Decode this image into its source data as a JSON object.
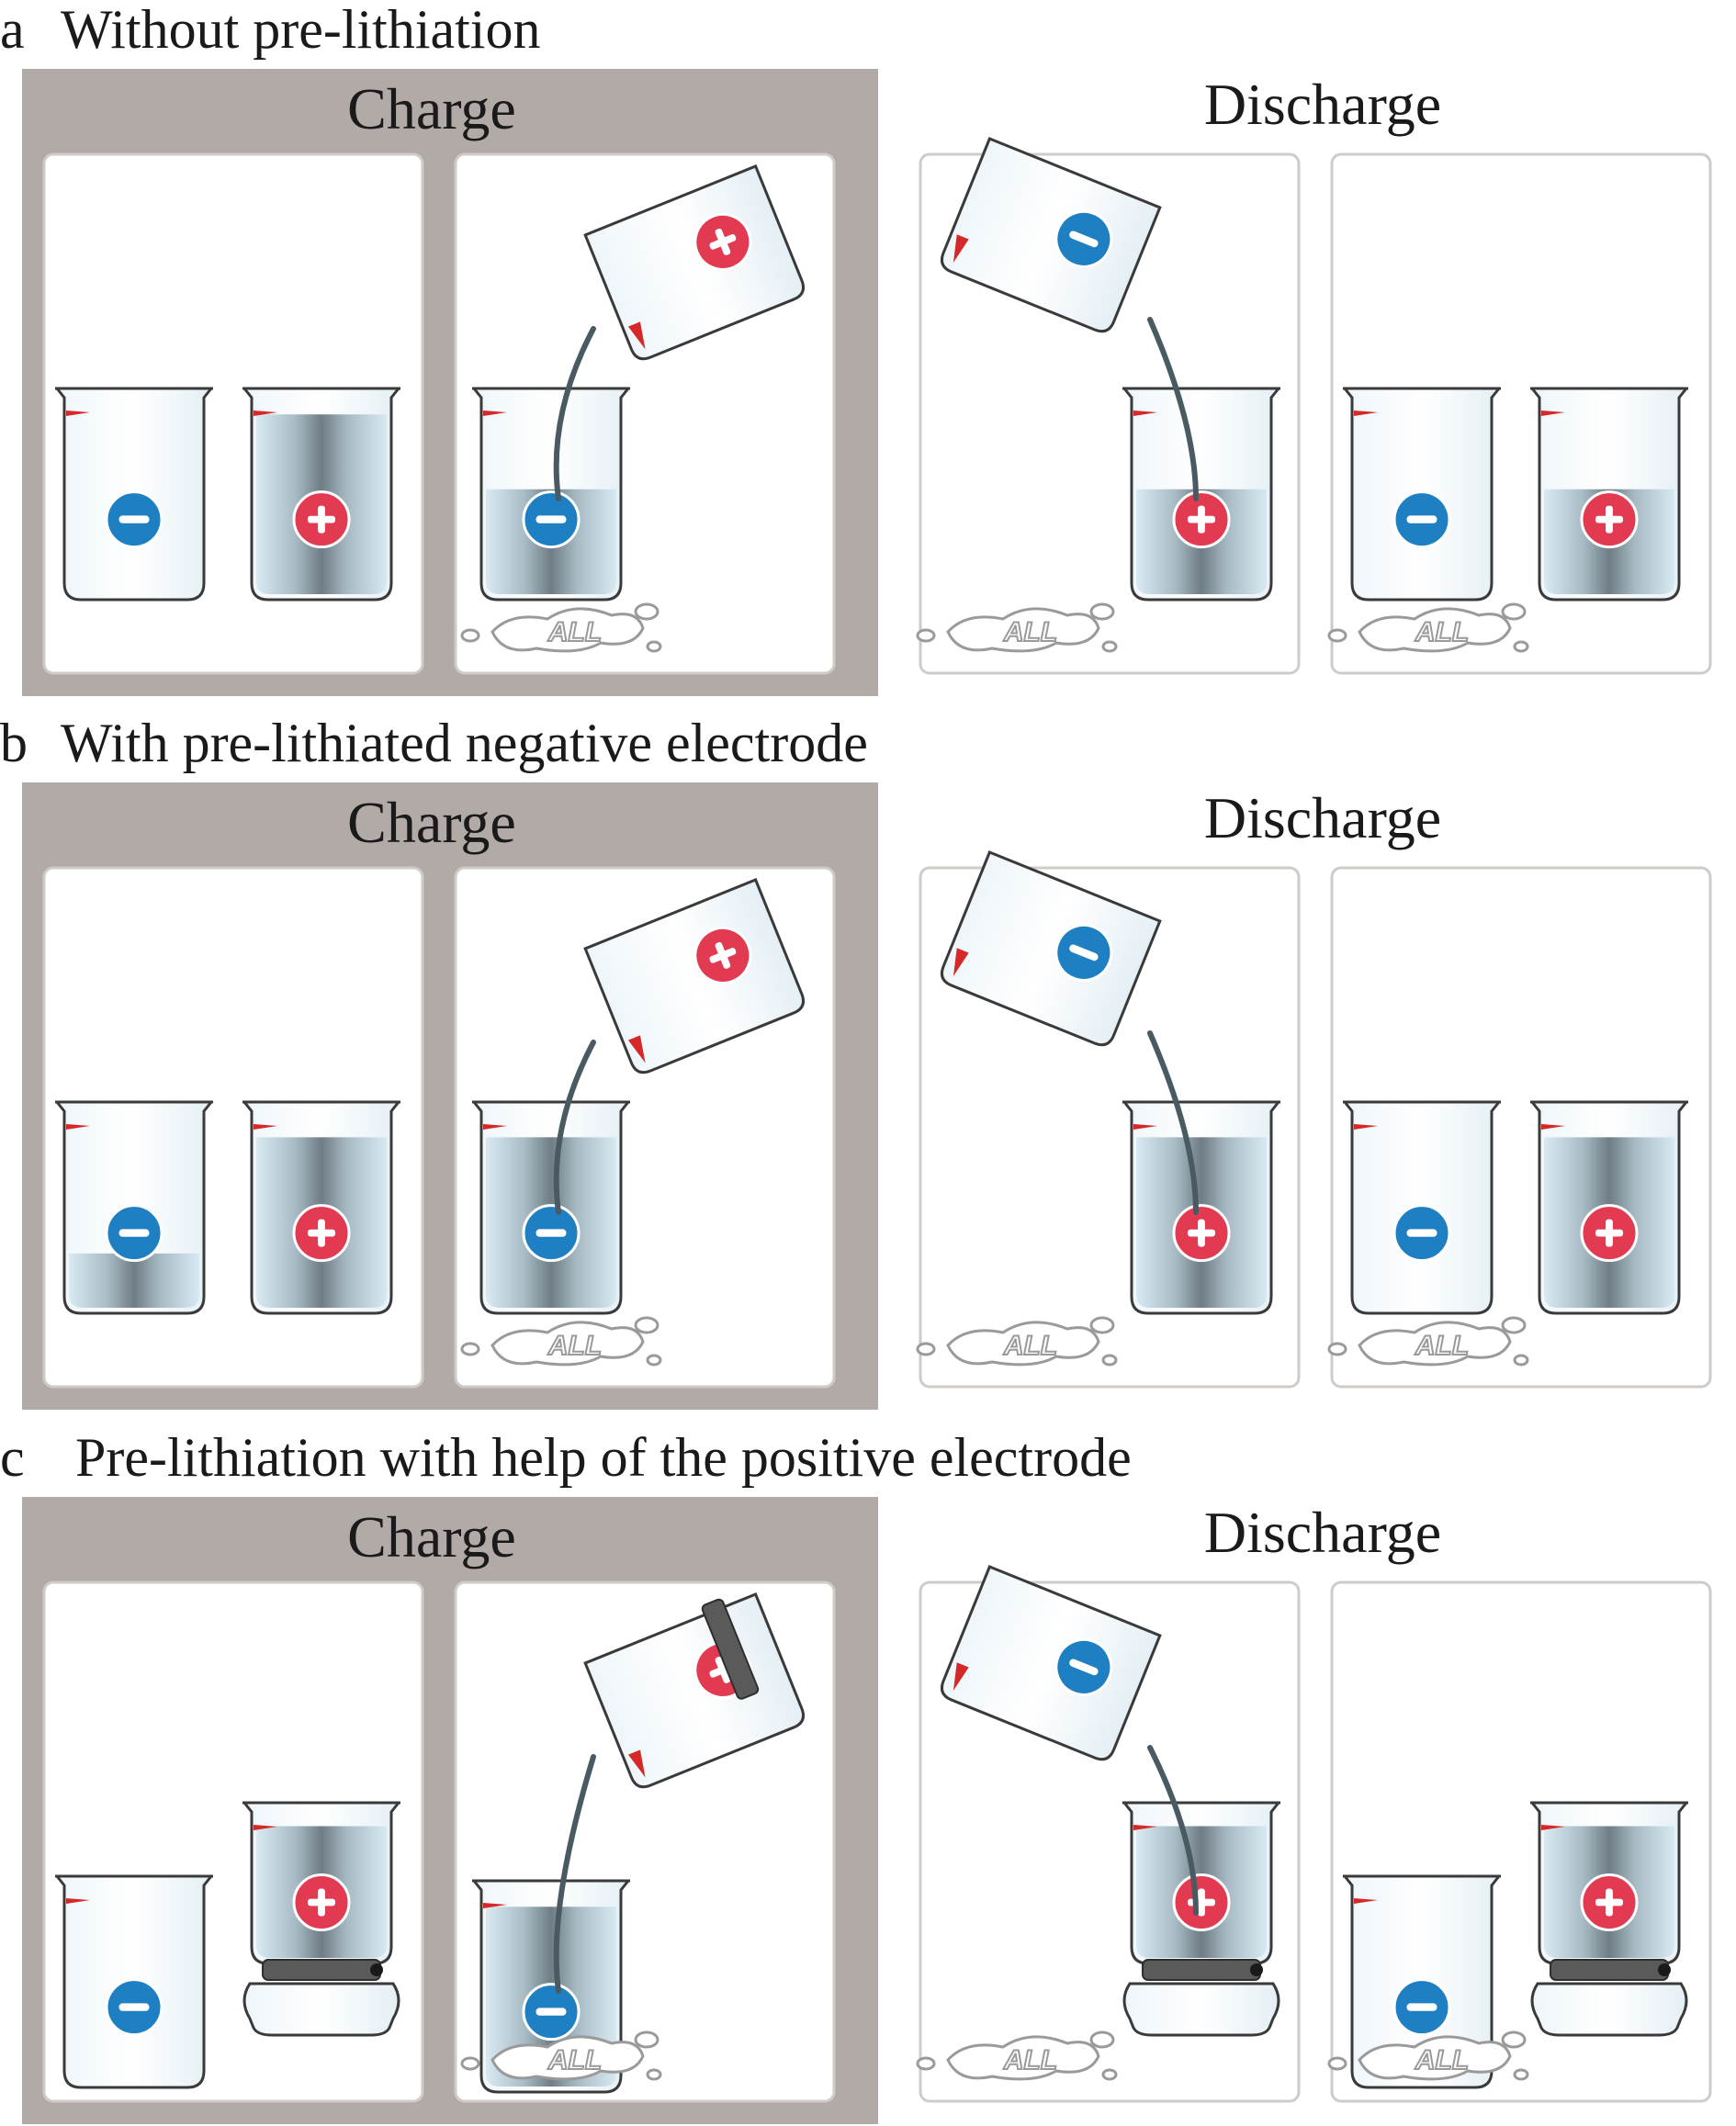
{
  "colors": {
    "charge_background": "#b2aaa6",
    "panel_fill": "#ffffff",
    "panel_border": "#cfcbc7",
    "beaker_outline": "#3a3a3a",
    "liquid_light": "#cfe2ec",
    "liquid_dark": "#5f6e76",
    "negative_badge": "#1f7fc3",
    "positive_badge": "#e23a50",
    "tick_mark": "#d62828",
    "spill": "#d9d9d9",
    "electrode": "#5a5a5a"
  },
  "rows": [
    {
      "label": "a",
      "title": "Without pre-lithiation",
      "charge_label": "Charge",
      "discharge_label": "Discharge",
      "spill_label": "ALL",
      "panels": [
        {
          "name": "charge-start",
          "beakers": [
            {
              "sign": "minus",
              "fill": 0
            },
            {
              "sign": "plus",
              "fill": 0.95
            }
          ]
        },
        {
          "name": "charge-pour",
          "pour_sign": "plus",
          "spill": true,
          "beakers": [
            {
              "sign": "minus",
              "fill": 0.55
            }
          ]
        },
        {
          "name": "discharge-pour",
          "pour_sign": "minus",
          "spill": true,
          "beakers": [
            {
              "sign": "plus",
              "fill": 0.55
            }
          ]
        },
        {
          "name": "discharge-end",
          "spill": true,
          "beakers": [
            {
              "sign": "minus",
              "fill": 0
            },
            {
              "sign": "plus",
              "fill": 0.55
            }
          ]
        }
      ]
    },
    {
      "label": "b",
      "title": "With pre-lithiated negative electrode",
      "charge_label": "Charge",
      "discharge_label": "Discharge",
      "spill_label": "ALL",
      "panels": [
        {
          "name": "charge-start",
          "beakers": [
            {
              "sign": "minus",
              "fill": 0.28
            },
            {
              "sign": "plus",
              "fill": 0.9
            }
          ]
        },
        {
          "name": "charge-pour",
          "pour_sign": "plus",
          "spill": true,
          "beakers": [
            {
              "sign": "minus",
              "fill": 0.9
            }
          ]
        },
        {
          "name": "discharge-pour",
          "pour_sign": "minus",
          "spill": true,
          "beakers": [
            {
              "sign": "plus",
              "fill": 0.9
            }
          ]
        },
        {
          "name": "discharge-end",
          "spill": true,
          "beakers": [
            {
              "sign": "minus",
              "fill": 0
            },
            {
              "sign": "plus",
              "fill": 0.9
            }
          ]
        }
      ]
    },
    {
      "label": "c",
      "title": "Pre-lithiation with help of the positive electrode",
      "charge_label": "Charge",
      "discharge_label": "Discharge",
      "spill_label": "ALL",
      "panels": [
        {
          "name": "charge-start",
          "beakers": [
            {
              "sign": "minus",
              "fill": 0
            },
            {
              "sign": "plus",
              "fill": 0.95,
              "reservoir": true
            }
          ]
        },
        {
          "name": "charge-pour",
          "pour_sign": "plus",
          "pour_electrode": true,
          "spill": true,
          "beakers": [
            {
              "sign": "minus",
              "fill": 0.95
            }
          ]
        },
        {
          "name": "discharge-pour",
          "pour_sign": "minus",
          "spill": true,
          "beakers": [
            {
              "sign": "plus",
              "fill": 0.95,
              "reservoir": true
            }
          ]
        },
        {
          "name": "discharge-end",
          "spill": true,
          "beakers": [
            {
              "sign": "minus",
              "fill": 0
            },
            {
              "sign": "plus",
              "fill": 0.95,
              "reservoir": true
            }
          ]
        }
      ]
    }
  ]
}
